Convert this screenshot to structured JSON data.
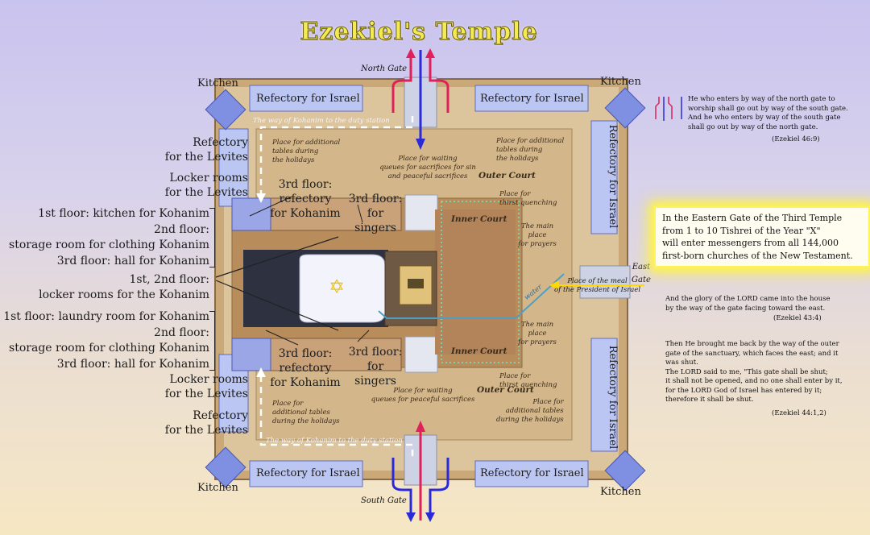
{
  "title": "Ezekiel's Temple",
  "gates": {
    "north": "North Gate",
    "south": "South Gate",
    "east": "East\nGate"
  },
  "kitchens": [
    "Kitchen",
    "Kitchen",
    "Kitchen",
    "Kitchen"
  ],
  "refectory_israel": [
    "Refectory for Israel",
    "Refectory for Israel",
    "Refectory for Israel",
    "Refectory for Israel",
    "Refectory for Israel",
    "Refectory for Israel"
  ],
  "left_labels": {
    "refectory_levites_top": "Refectory\nfor the Levites",
    "locker_levites_top": "Locker rooms\nfor the Levites",
    "north_chambers": "1st floor: kitchen for Kohanim\n2nd floor:\nstorage room for clothing Kohanim\n3rd floor: hall for Kohanim",
    "middle_chambers": "1st, 2nd floor:\nlocker rooms for the Kohanim",
    "south_chambers": "1st floor: laundry room for Kohanim\n2nd floor:\nstorage room for clothing Kohanim\n3rd floor: hall for Kohanim",
    "locker_levites_bottom": "Locker rooms\nfor the Levites",
    "refectory_levites_bottom": "Refectory\nfor the Levites"
  },
  "inner_labels": {
    "third_floor_refectory_top": "3rd floor:\nrefectory\nfor Kohanim",
    "third_floor_singers_top": "3rd floor:\nfor singers",
    "third_floor_refectory_bottom": "3rd floor:\nrefectory\nfor Kohanim",
    "third_floor_singers_bottom": "3rd floor:\nfor singers",
    "way_kohanim_top": "The way of Kohanim to the duty station",
    "way_kohanim_bottom": "The way of Kohanim to the duty station",
    "tables_nw": "Place for additional\ntables during\nthe holidays",
    "tables_ne": "Place for additional\ntables during\nthe holidays",
    "tables_sw": "Place for\nadditional tables\nduring the holidays",
    "tables_se": "Place for\nadditional tables\nduring the holidays",
    "queues_top": "Place for waiting\nqueues for sacrifices for sin\nand peaceful sacrifices",
    "queues_bottom": "Place for waiting\nqueues for peaceful sacrifices",
    "outer_court_top": "Outer Court",
    "outer_court_bottom": "Outer Court",
    "inner_court_top": "Inner Court",
    "inner_court_bottom": "Inner Court",
    "thirst_top": "Place for\nthirst quenching",
    "thirst_bottom": "Place for\nthirst quenching",
    "prayers_top": "The main\nplace\nfor prayers",
    "prayers_bottom": "The main\nplace\nfor prayers",
    "water": "water",
    "meal_president": "Place of the meal\nof the President of Israel"
  },
  "callout": "In the Eastern Gate of the Third Temple\nfrom 1 to 10 Tishrei of the Year \"X\"\nwill enter messengers from all 144,000\nfirst-born churches of the New Testament.",
  "verses": {
    "v46": "He who enters by way of the north gate to\nworship shall go out by way of the south gate.\nAnd he who enters by way of the south gate\nshall go out by way of the north gate.",
    "v46_ref": "(Ezekiel 46:9)",
    "v43": "And the glory of the LORD came into the house\nby the way of the gate facing toward the east.",
    "v43_ref": "(Ezekiel 43:4)",
    "v44": "Then He brought me back by the way of the outer\ngate of the sanctuary, which faces the east; and it\nwas shut.\nThe LORD said to me, \"This gate shall be shut;\nit shall not be opened, and no one shall enter by it,\nfor the LORD God of Israel has entered by it;\ntherefore it shall be shut.",
    "v44_ref": "(Ezekiel 44:1,2)"
  },
  "colors": {
    "walls": "#7d8de0",
    "court": "#d8bd94",
    "exit_arrow": "#e0205a",
    "enter_arrow": "#2a2ad8",
    "east_arrow": "#ffd800",
    "title": "#f4ea52"
  },
  "icons": {
    "star": "star-of-david-icon"
  }
}
